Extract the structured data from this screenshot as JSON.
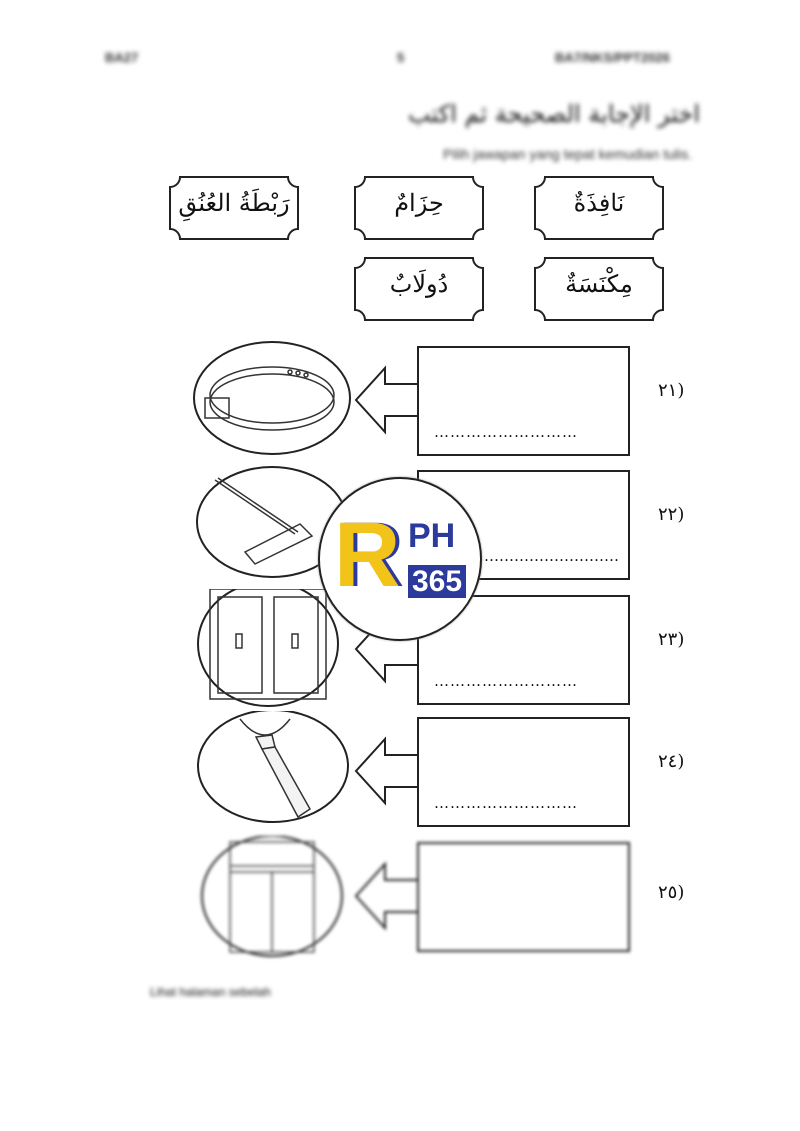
{
  "header": {
    "left": "BA27",
    "center": "5",
    "right": "BA7/NKS/PPT2026"
  },
  "instruction": {
    "arabic": "اختر الإجابة الصحيحة ثم اكتب",
    "malay": "Pilih jawapan yang tepat kemudian tulis."
  },
  "word_bank": [
    "نَافِذَةٌ",
    "حِزَامٌ",
    "رَبْطَةُ العُنُقِ",
    "مِكْنَسَةٌ",
    "دُولَابٌ"
  ],
  "questions": [
    {
      "number": "(٢١",
      "picture": "belt",
      "answer": "………………………"
    },
    {
      "number": "(٢٢",
      "picture": "broom",
      "answer": "………………………"
    },
    {
      "number": "(٢٣",
      "picture": "window",
      "answer": "………………………"
    },
    {
      "number": "(٢٤",
      "picture": "necktie",
      "answer": "………………………"
    },
    {
      "number": "(٢٥",
      "picture": "cupboard",
      "answer": ""
    }
  ],
  "watermark": {
    "letter": "R",
    "top": "PH",
    "bottom": "365",
    "colors": {
      "yellow": "#f2c318",
      "blue": "#2c3a9c"
    }
  },
  "footer": {
    "text": "Lihat halaman sebelah"
  }
}
